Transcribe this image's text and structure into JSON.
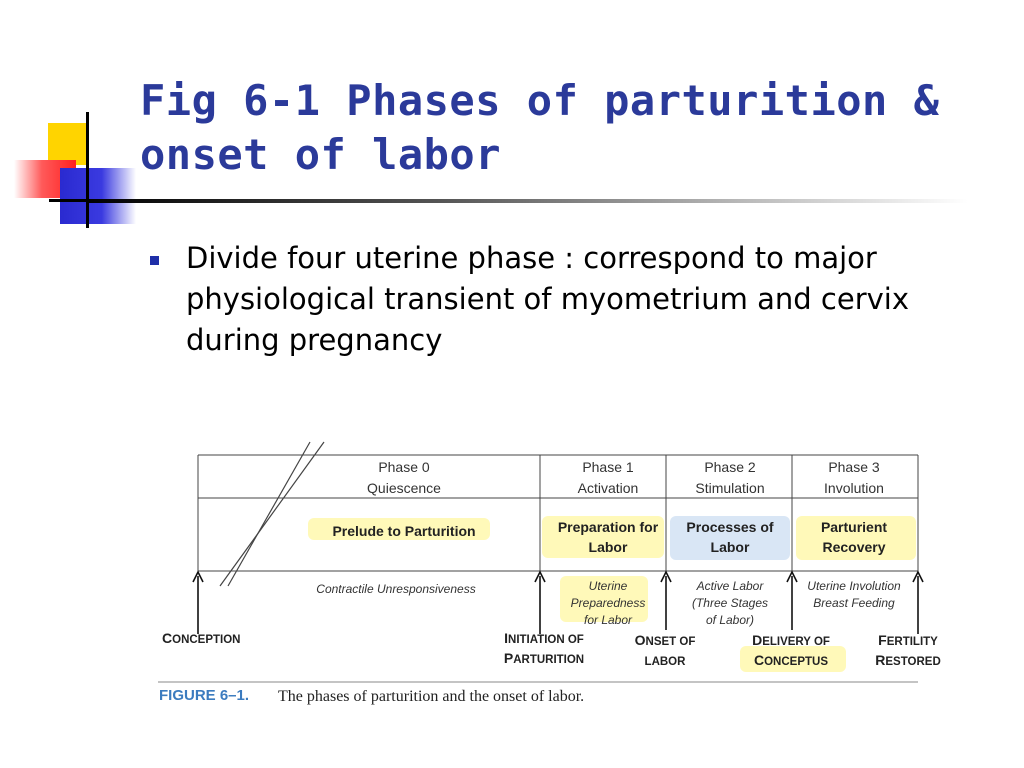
{
  "slide": {
    "title_line1": "Fig 6-1 Phases of parturition &",
    "title_line2": "onset of labor",
    "bullet": "Divide four uterine phase : correspond to major physiological transient of myometrium and cervix during pregnancy",
    "colors": {
      "title": "#2b3a9a",
      "bullet_marker": "#1f2fa8",
      "figure_caption_label": "#3b7bbf",
      "highlight": "#fff7a8",
      "highlight_blue": "#cfe0f3"
    }
  },
  "figure": {
    "phases": [
      {
        "name": "Phase 0",
        "desc": "Quiescence",
        "process": [
          "Prelude to Parturition"
        ],
        "note": [
          "Contractile Unresponsiveness"
        ]
      },
      {
        "name": "Phase 1",
        "desc": "Activation",
        "process": [
          "Preparation for",
          "Labor"
        ],
        "note": [
          "Uterine",
          "Preparedness",
          "for Labor"
        ]
      },
      {
        "name": "Phase 2",
        "desc": "Stimulation",
        "process": [
          "Processes of",
          "Labor"
        ],
        "note": [
          "Active Labor",
          "(Three Stages",
          "of Labor)"
        ]
      },
      {
        "name": "Phase 3",
        "desc": "Involution",
        "process": [
          "Parturient",
          "Recovery"
        ],
        "note": [
          "Uterine Involution",
          "Breast Feeding"
        ]
      }
    ],
    "events": [
      {
        "first": [
          "C",
          "ONCEPTION"
        ]
      },
      {
        "first": [
          "I",
          "NITIATION OF"
        ],
        "second": [
          "P",
          "ARTURITION"
        ]
      },
      {
        "first": [
          "O",
          "NSET OF"
        ],
        "second": [
          "",
          "LABOR"
        ]
      },
      {
        "first": [
          "D",
          "ELIVERY OF"
        ],
        "second": [
          "C",
          "ONCEPTUS"
        ]
      },
      {
        "first": [
          "F",
          "ERTILITY"
        ],
        "second": [
          "R",
          "ESTORED"
        ]
      }
    ],
    "caption_label": "FIGURE 6–1.",
    "caption_text": "The phases of parturition and the onset of labor."
  }
}
